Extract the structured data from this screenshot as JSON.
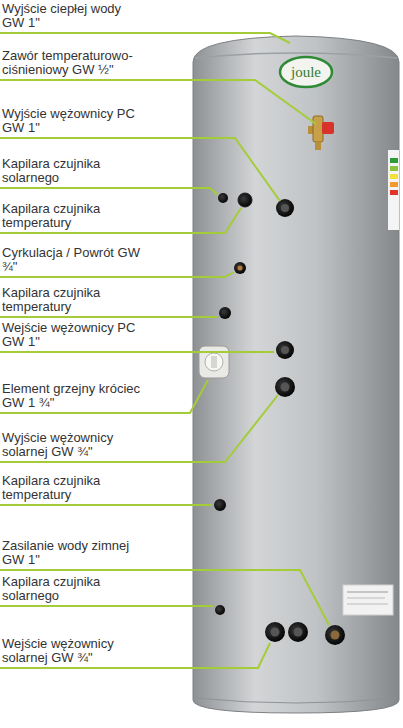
{
  "diagram": {
    "labels": [
      "Wyjście ciepłej wody GW 1\"",
      "Zawór temperaturowo-ciśnieniowy GW ½\"",
      "Wyjście wężownicy PC GW 1\"",
      "Kapilara czujnika solarnego",
      "Kapilara czujnika temperatury",
      "Cyrkulacja / Powrót GW ¾\"",
      "Kapilara czujnika temperatury",
      "Wejście wężownicy PC GW 1\"",
      "Element grzejny króciec GW 1 ¾\"",
      "Wyjście wężownicy solarnej GW ¾\"",
      "Kapilara czujnika temperatury",
      "Zasilanie wody zimnej GW 1\"",
      "Kapilara czujnika solarnego",
      "Wejście wężownicy solarnej GW ¾\"",
      "joule"
    ]
  }
}
